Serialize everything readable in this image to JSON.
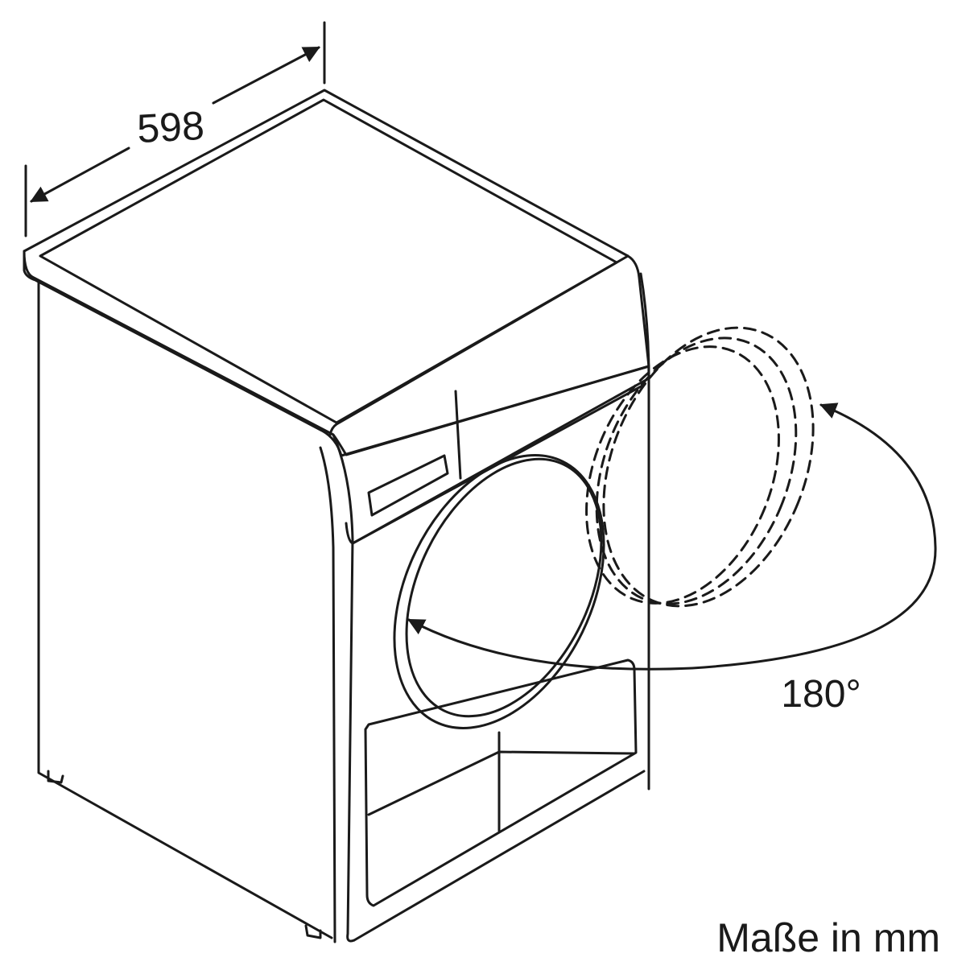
{
  "dimensions": {
    "width_value": "598"
  },
  "door": {
    "opening_angle": "180°"
  },
  "footnote": {
    "units": "Maße in mm"
  },
  "colors": {
    "line": "#1a1a1a",
    "background": "#ffffff"
  }
}
